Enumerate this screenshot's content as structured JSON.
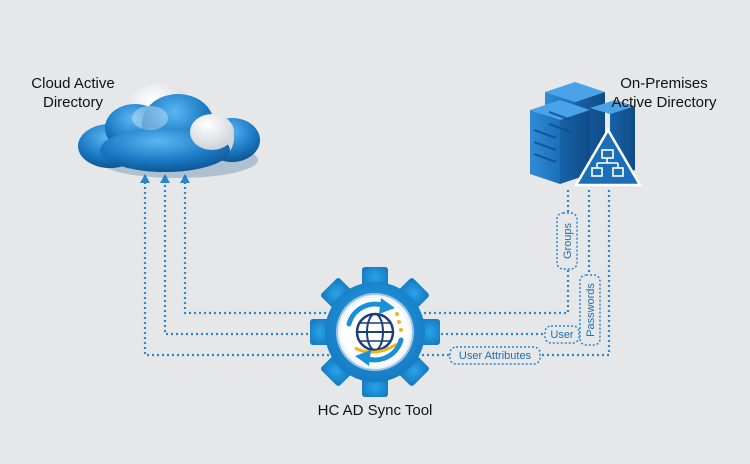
{
  "cloud": {
    "title": [
      "Cloud Active",
      "Directory"
    ]
  },
  "on_premises": {
    "title": [
      "On-Premises",
      "Active Directory"
    ]
  },
  "sync_tool": {
    "label": "HC AD Sync Tool"
  },
  "connectors": {
    "groups": "Groups",
    "user": "User",
    "passwords": "Passwords",
    "user_attributes": "User  Attributes"
  },
  "colors": {
    "background": "#e6e7e8",
    "accent_blue": "#1a79c4",
    "gear_blue": "#1b8fd8",
    "dotted_line": "#2a86cf"
  }
}
